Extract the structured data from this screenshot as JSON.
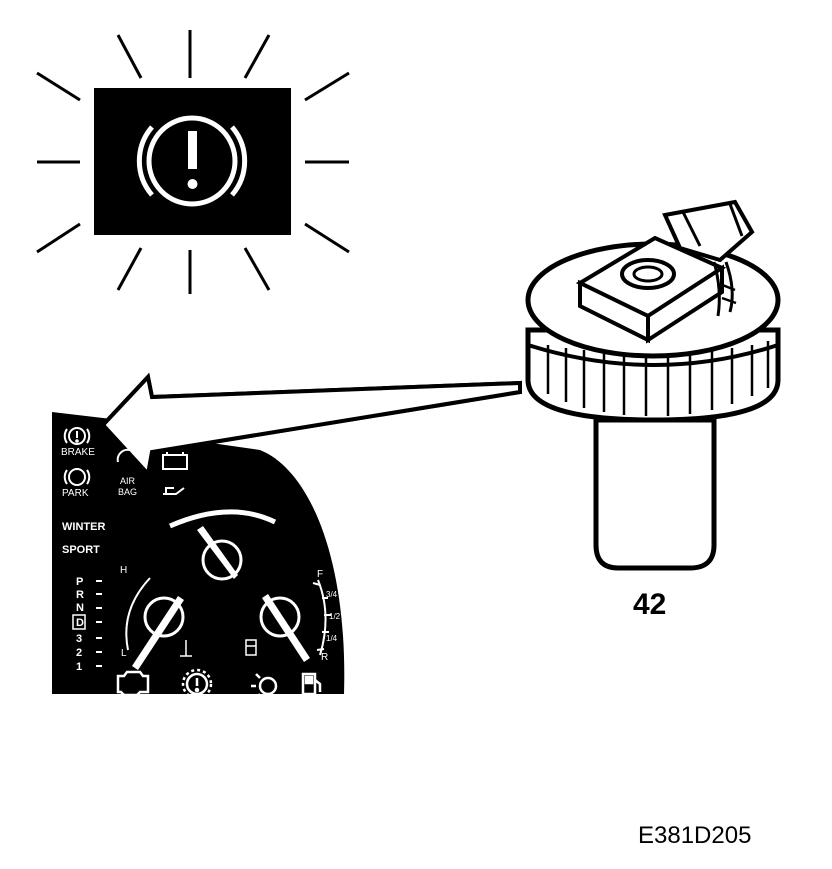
{
  "figure": {
    "callout_number": "42",
    "figure_code": "E381D205"
  },
  "cluster": {
    "indicators": [
      {
        "label": "BRAKE"
      },
      {
        "label": "PARK"
      },
      {
        "label": "AIR\nBAG"
      }
    ],
    "modes": [
      "WINTER",
      "SPORT"
    ],
    "gear_positions": [
      "P",
      "R",
      "N",
      "D",
      "3",
      "2",
      "1"
    ],
    "temp_gauge": {
      "high": "H",
      "low": "L"
    },
    "fuel_gauge": {
      "full": "F",
      "three_quarter": "3/4",
      "half": "1/2",
      "quarter": "1/4",
      "reserve": "R"
    }
  },
  "icons": {
    "warning_lamp": "brake-warning-icon",
    "bottom_row": [
      "engine-icon",
      "brake-circle-icon",
      "lamp-icon",
      "fuel-pump-icon"
    ]
  }
}
